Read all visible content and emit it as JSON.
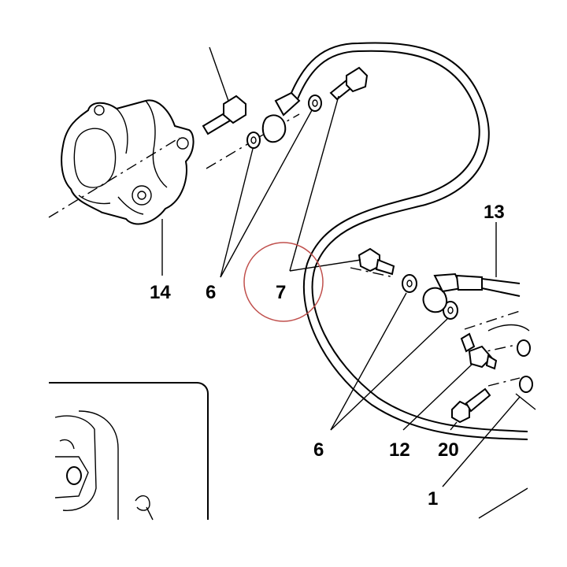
{
  "callouts": {
    "c14": "14",
    "c6a": "6",
    "c7": "7",
    "c13": "13",
    "c6b": "6",
    "c12": "12",
    "c20": "20",
    "c1": "1"
  },
  "colors": {
    "line": "#000000",
    "highlight": "#c0504d",
    "background": "#ffffff"
  },
  "highlighted_callout": "7"
}
